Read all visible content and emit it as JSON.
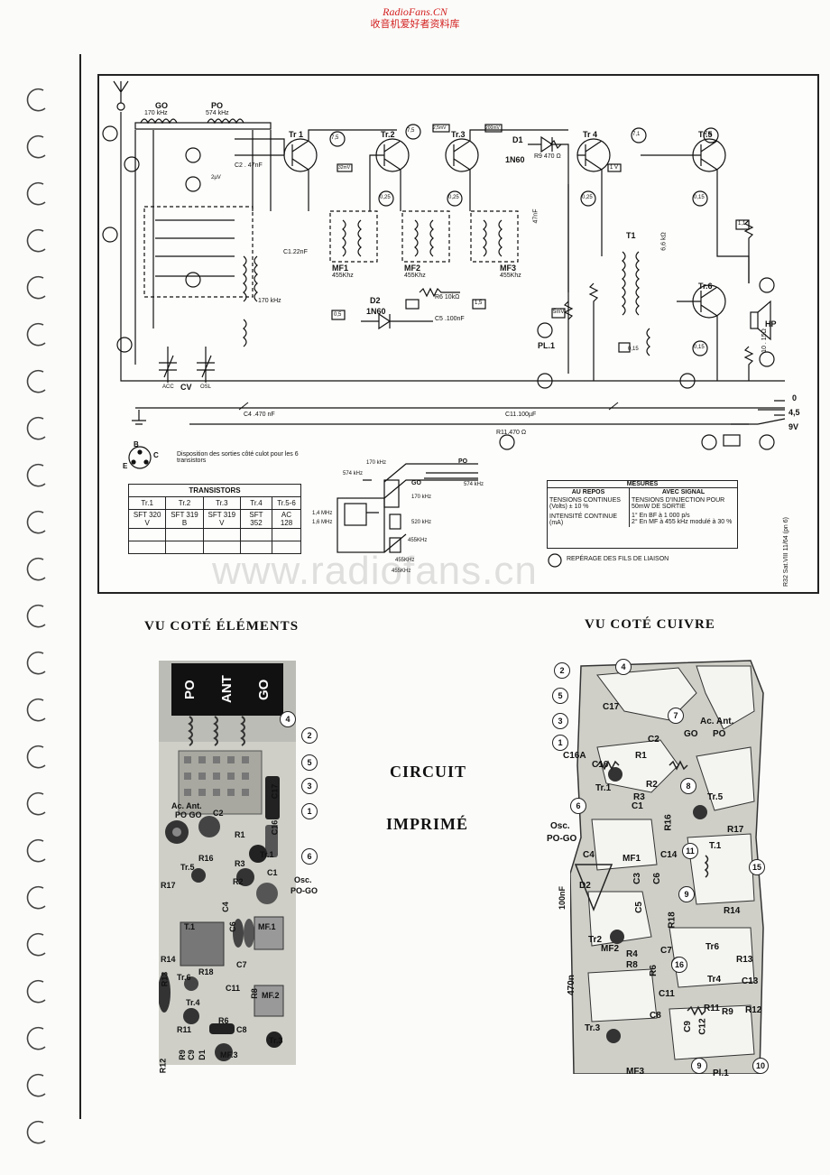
{
  "header": {
    "site": "RadioFans.CN",
    "subtitle": "收音机爱好者资料库"
  },
  "schematic": {
    "bands": {
      "go_label": "GO",
      "go_freq": "170 kHz",
      "po_label": "PO",
      "po_freq": "574 kHz"
    },
    "transistor_labels": [
      "Tr 1",
      "Tr.2",
      "Tr.3",
      "Tr 4",
      "Tr.5",
      "Tr.6"
    ],
    "components": [
      "MF1",
      "455Khz",
      "MF2",
      "455Khz",
      "MF3",
      "455Khz",
      "D1",
      "1N60",
      "D2",
      "1N60",
      "T1",
      "HP",
      "PL.1",
      "CV",
      "OSL",
      "ACC"
    ],
    "values": [
      "C2 . 47nF",
      "C1.22nF",
      "R9 470 Ω",
      "R6 10kΩ",
      "C5 .100nF",
      "C11.100µF",
      "R11.470 Ω",
      "C4 .470 nF",
      "170 kHz",
      "0",
      "4,5",
      "9V",
      "10 . 15Ω",
      "6,6 kΩ",
      "47nF"
    ],
    "voltage_tags": [
      "7,5",
      "7,5",
      "2,5mV",
      "200mV",
      "7,1",
      "7,5",
      "32mV",
      "0,25",
      "0,25",
      "0,25",
      "0,15",
      "0,15",
      "0,15",
      "0,5",
      "2µV",
      "1 V",
      "5mV",
      "1,1",
      "1,5"
    ],
    "pin_disposition": "Disposition des sorties côté culot pour les 6 transistors",
    "pin_letters": [
      "B",
      "E",
      "C"
    ],
    "transistors_table": {
      "title": "TRANSISTORS",
      "headers": [
        "Tr.1",
        "Tr.2",
        "Tr.3",
        "Tr.4",
        "Tr.5-6"
      ],
      "row": [
        "SFT 320 V",
        "SFT 319 B",
        "SFT 319 V",
        "SFT 352",
        "AC 128"
      ]
    },
    "coil_labels": {
      "f1": "170 kHz",
      "f2": "574 kHz",
      "f3": "1,4 MHz",
      "f4": "1,6 MHz",
      "f5": "520 kHz",
      "f6": "455KHz",
      "f7": "455KHz",
      "f8": "455KHz",
      "go": "GO",
      "go_f": "170 kHz",
      "po": "PO",
      "po_f": "574 kHz"
    },
    "mesures": {
      "title": "MESURES",
      "col1": "AU REPOS",
      "col2": "AVEC SIGNAL",
      "tensions": "TENSIONS CONTINUES (Volts) ± 10 %",
      "intensite": "INTENSITÉ CONTINUE (mA)",
      "injection": "TENSIONS D'INJECTION POUR 50mW DE SORTIE",
      "bf": "1° En BF à 1 000 p/s",
      "mf": "2° En MF à 455 kHz modulé à 30 %"
    },
    "reperage": "REPÉRAGE DES FILS DE LIAISON",
    "side_code": "R32 Sat.VIII 11/64 (pn 6)"
  },
  "watermark": "www.radiofans.cn",
  "captions": {
    "elements": "VU COTÉ ÉLÉMENTS",
    "cuivre": "VU COTÉ CUIVRE",
    "circuit": "CIRCUIT",
    "imprime": "IMPRIMÉ"
  },
  "photo": {
    "keys": [
      "PO",
      "ANT",
      "GO"
    ],
    "labels": [
      "Ac. Ant.",
      "PO GO",
      "C2",
      "C17",
      "C16",
      "R1",
      "R3",
      "R16",
      "R2",
      "C1",
      "Tr.1",
      "Tr.5",
      "R17",
      "Osc.",
      "PO-GO",
      "T.1",
      "C4",
      "C6",
      "MF.1",
      "R14",
      "R18",
      "Tr.6",
      "C11",
      "C7",
      "R13",
      "Tr.4",
      "R8",
      "MF.2",
      "R11",
      "R6",
      "C8",
      "Tr.3",
      "MF.3",
      "R12",
      "R9",
      "C9",
      "D1"
    ],
    "callouts": [
      "4",
      "2",
      "5",
      "3",
      "1",
      "6"
    ]
  },
  "pcb": {
    "callouts": [
      "2",
      "4",
      "5",
      "3",
      "1",
      "7",
      "6",
      "8",
      "11",
      "15",
      "9",
      "16",
      "9",
      "10"
    ],
    "labels": [
      "C17",
      "C2",
      "GO",
      "Ac. Ant.",
      "PO",
      "C16A",
      "C16",
      "R1",
      "Tr.1",
      "R3",
      "R2",
      "Tr.5",
      "C1",
      "R16",
      "R17",
      "Osc.",
      "PO-GO",
      "C4",
      "MF1",
      "C14",
      "T.1",
      "D2",
      "C3",
      "C6",
      "100nF",
      "R14",
      "C5",
      "R18",
      "Tr2",
      "MF2",
      "R4",
      "C7",
      "Tr6",
      "R8",
      "R6",
      "R13",
      "Tr4",
      "470n",
      "C11",
      "R11",
      "C13",
      "R12",
      "C8",
      "R9",
      "Tr.3",
      "C9",
      "C12",
      "MF3",
      "Pl.1"
    ]
  }
}
